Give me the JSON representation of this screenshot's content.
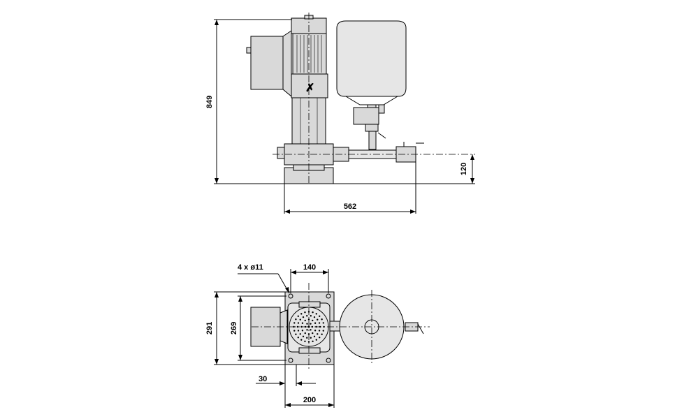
{
  "side_view": {
    "dim_height": "849",
    "dim_inlet_height": "120",
    "dim_width": "562"
  },
  "top_view": {
    "dim_holes": "4 x ø11",
    "dim_hole_spacing": "140",
    "dim_depth_outer": "291",
    "dim_depth_inner": "269",
    "dim_offset": "30",
    "dim_base_width": "200"
  }
}
